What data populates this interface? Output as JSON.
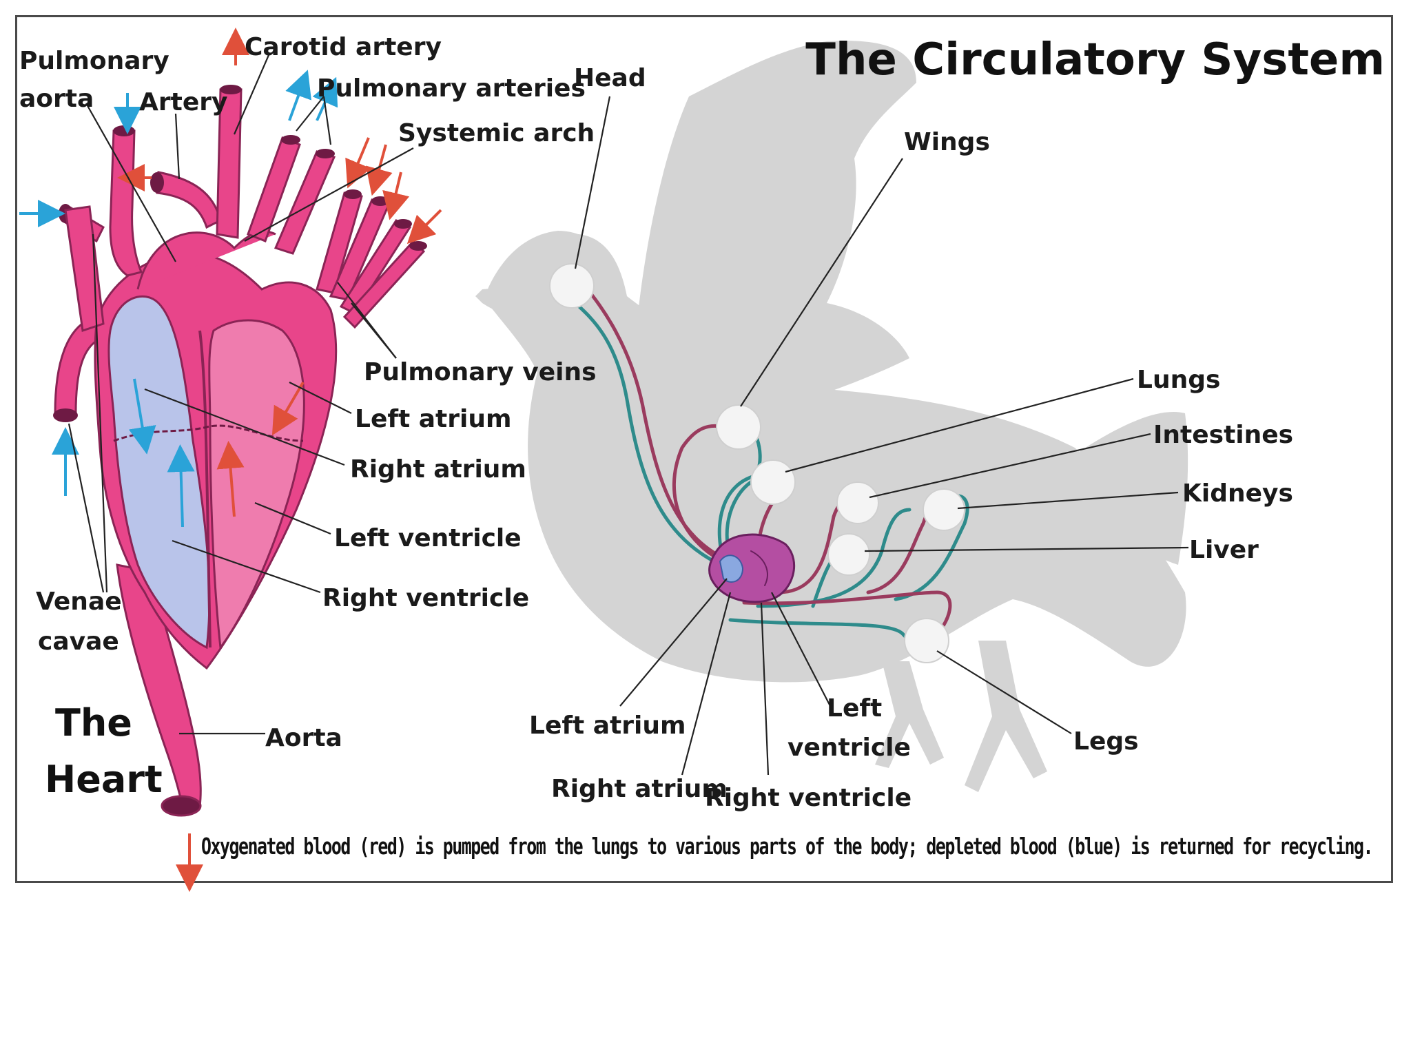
{
  "title": "The Circulatory System",
  "heart": {
    "title_line1": "The",
    "title_line2": "Heart",
    "labels": {
      "pulmonary_aorta_1": "Pulmonary",
      "pulmonary_aorta_2": "aorta",
      "artery": "Artery",
      "carotid_artery": "Carotid artery",
      "pulmonary_arteries": "Pulmonary arteries",
      "systemic_arch": "Systemic arch",
      "pulmonary_veins": "Pulmonary veins",
      "left_atrium": "Left atrium",
      "right_atrium": "Right atrium",
      "left_ventricle": "Left ventricle",
      "right_ventricle": "Right ventricle",
      "venae_cavae_1": "Venae",
      "venae_cavae_2": "cavae",
      "aorta": "Aorta"
    }
  },
  "bird": {
    "labels": {
      "head": "Head",
      "wings": "Wings",
      "lungs": "Lungs",
      "intestines": "Intestines",
      "kidneys": "Kidneys",
      "liver": "Liver",
      "legs": "Legs",
      "left_atrium": "Left atrium",
      "left_ventricle_1": "Left",
      "left_ventricle_2": "ventricle",
      "right_atrium": "Right atrium",
      "right_ventricle": "Right ventricle"
    }
  },
  "caption": "Oxygenated blood (red) is pumped from the lungs to various parts of the body; depleted blood (blue) is returned for recycling.",
  "colors": {
    "oxygenated": "#e8458a",
    "deoxygenated": "#b9c4ea",
    "arrow_red": "#e0503a",
    "arrow_blue": "#2aa3d8",
    "bird_silhouette": "#d2d2d2",
    "vessel_teal": "#2e8b8b",
    "vessel_maroon": "#9a3b5e"
  }
}
